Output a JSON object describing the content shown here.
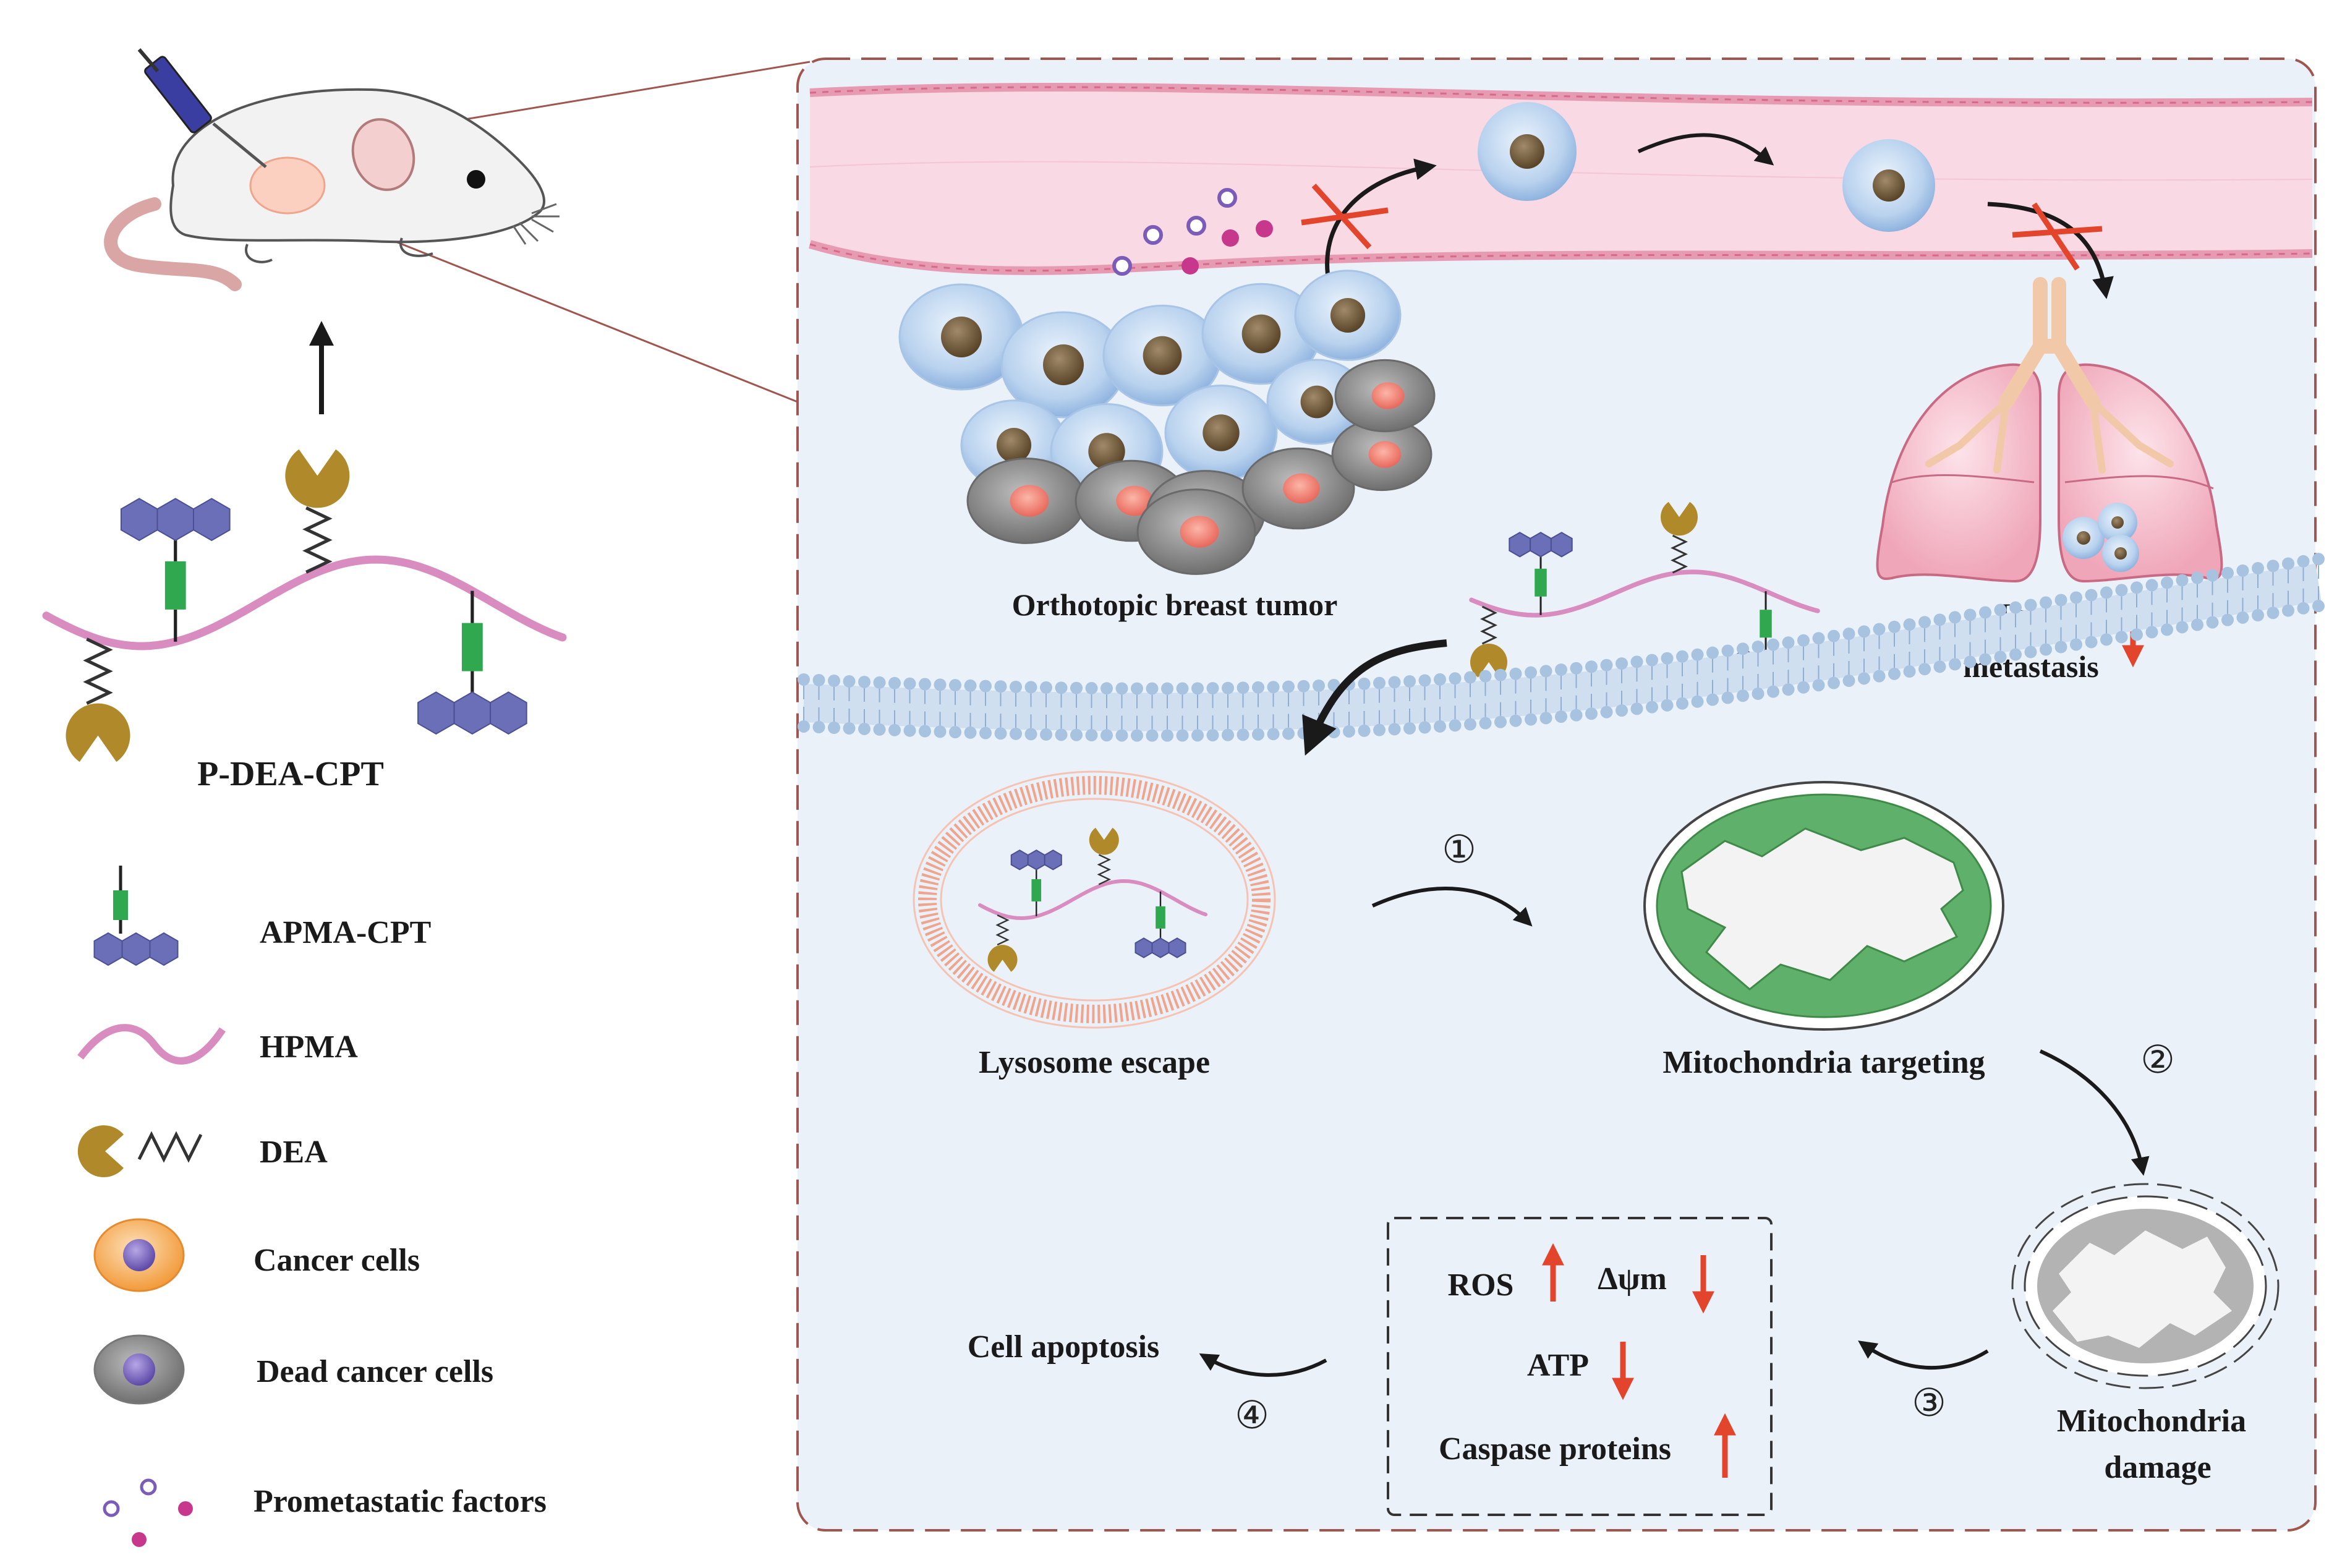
{
  "labels": {
    "orthotopic_tumor": "Orthotopic breast tumor",
    "lung_metastasis_line1": "Lung",
    "lung_metastasis_line2": "metastasis",
    "lysosome_escape": "Lysosome escape",
    "mitochondria_targeting": "Mitochondria targeting",
    "mitochondria_damage_line1": "Mitochondria",
    "mitochondria_damage_line2": "damage",
    "cell_apoptosis": "Cell apoptosis",
    "ros": "ROS",
    "delta_psi_m": "Δψm",
    "atp": "ATP",
    "caspase": "Caspase proteins",
    "conjugate": "P-DEA-CPT"
  },
  "steps": {
    "one": "①",
    "two": "②",
    "three": "③",
    "four": "④"
  },
  "legend": [
    {
      "icon": "apma-cpt-icon",
      "label": "APMA-CPT"
    },
    {
      "icon": "hpma-icon",
      "label": "HPMA"
    },
    {
      "icon": "dea-icon",
      "label": "DEA"
    },
    {
      "icon": "cancer-cell-icon",
      "label": "Cancer cells"
    },
    {
      "icon": "dead-cancer-cell-icon",
      "label": "Dead cancer cells"
    },
    {
      "icon": "prometastatic-factors-icon",
      "label": "Prometastatic factors"
    }
  ],
  "colors": {
    "polymer": "#d98cc0",
    "cpt": "#6a6fb8",
    "linker": "#2fa84f",
    "dea": "#b08a2a",
    "vessel": "#f7d7e3",
    "panel_bg": "#e9f0f7",
    "membrane": "#a7c3e0",
    "up_down_arrow": "#e2452b",
    "block_x": "#e2452b",
    "mitochondria_green": "#5fb06a",
    "mito_damage_gray": "#b3b3b3"
  }
}
